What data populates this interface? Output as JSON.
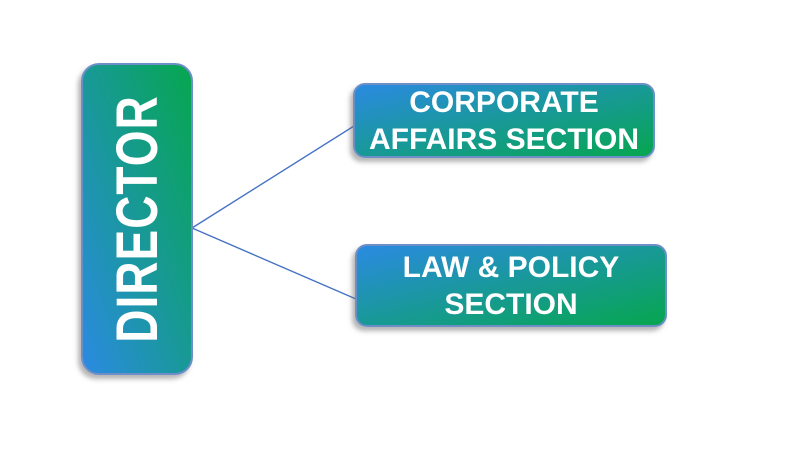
{
  "org_chart": {
    "root": {
      "label": "DIRECTOR"
    },
    "sections": [
      {
        "label": "CORPORATE AFFAIRS SECTION",
        "lines": [
          "CORPORATE",
          "AFFAIRS SECTION"
        ]
      },
      {
        "label": "LAW & POLICY SECTION",
        "lines": [
          "LAW & POLICY",
          "SECTION"
        ]
      }
    ],
    "colors": {
      "node_gradient_blue": "#2b8ae2",
      "node_gradient_green": "#06a64f",
      "node_border": "#6e8ec8",
      "connector_line": "#4472c4",
      "node_text": "#ffffff",
      "background": "#ffffff"
    }
  }
}
